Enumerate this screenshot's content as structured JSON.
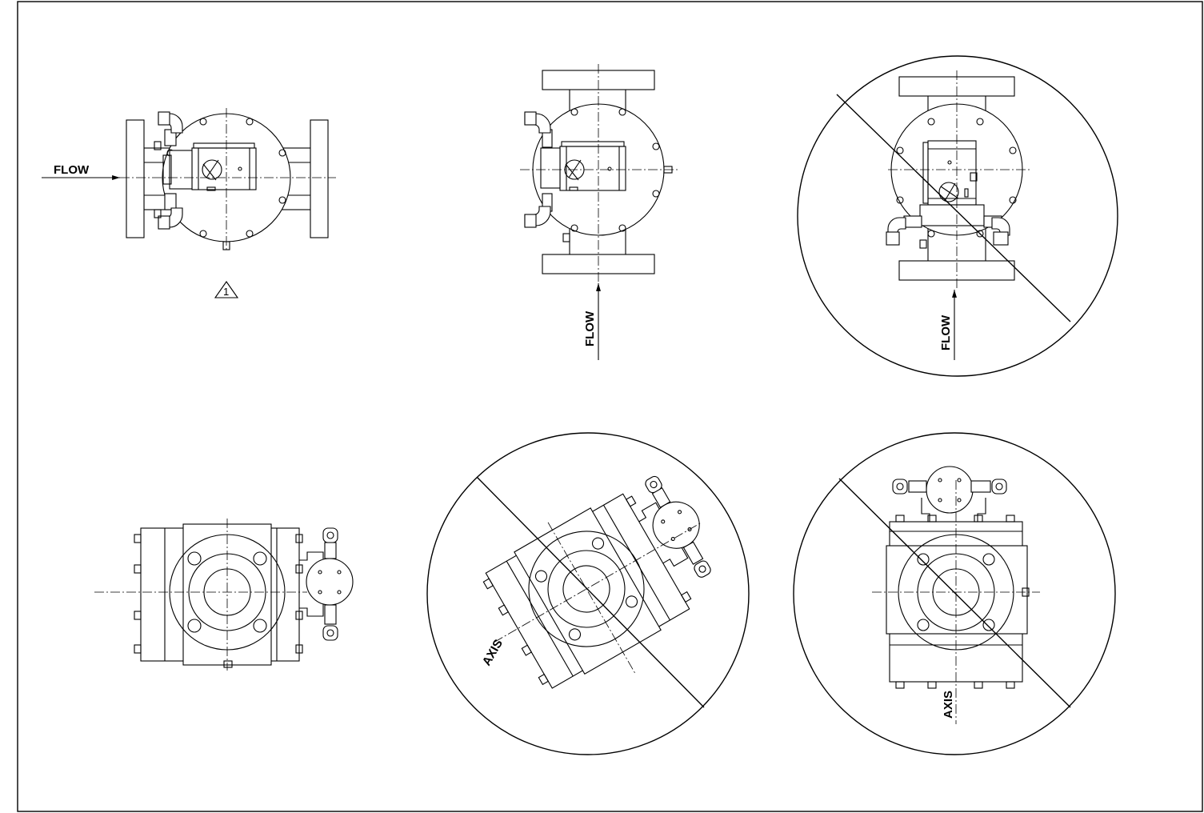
{
  "labels": {
    "flow_left": "FLOW",
    "flow_center": "FLOW",
    "flow_right": "FLOW",
    "axis_center": "AXIS",
    "axis_right": "AXIS",
    "revision_note": "1"
  },
  "colors": {
    "line": "#000000",
    "background": "#ffffff"
  },
  "icons": {
    "prohibited": "prohibited-circle-slash",
    "revision": "revision-triangle-icon",
    "arrow": "flow-arrow-icon"
  }
}
